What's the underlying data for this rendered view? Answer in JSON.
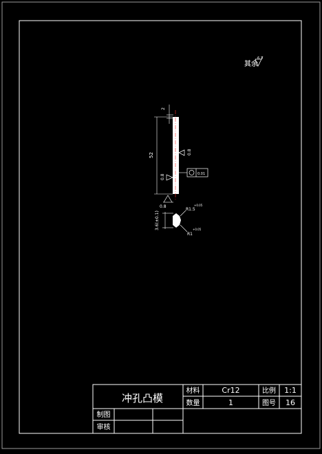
{
  "drawing": {
    "corner_note": "其余",
    "corner_roughness": "6.3",
    "dims": {
      "top_gap": "2",
      "length": "52",
      "head_dia": "3.6(±0.1)",
      "radius_top": "R1.5",
      "radius_bottom": "R1",
      "radius_tol": "+0.05",
      "tol_flatness": "0.01"
    },
    "roughness": {
      "right": "0.8",
      "left": "0.8",
      "bottom": "0.8"
    }
  },
  "title_block": {
    "part_name": "冲孔凸模",
    "material_label": "材料",
    "material_value": "Cr12",
    "scale_label": "比例",
    "scale_value": "1:1",
    "quantity_label": "数量",
    "quantity_value": "1",
    "drawing_no_label": "图号",
    "drawing_no_value": "16",
    "drawn_by_label": "制图",
    "checked_by_label": "审核"
  },
  "colors": {
    "background": "#000000",
    "line": "#ffffff",
    "accent_red": "#ff3030"
  }
}
